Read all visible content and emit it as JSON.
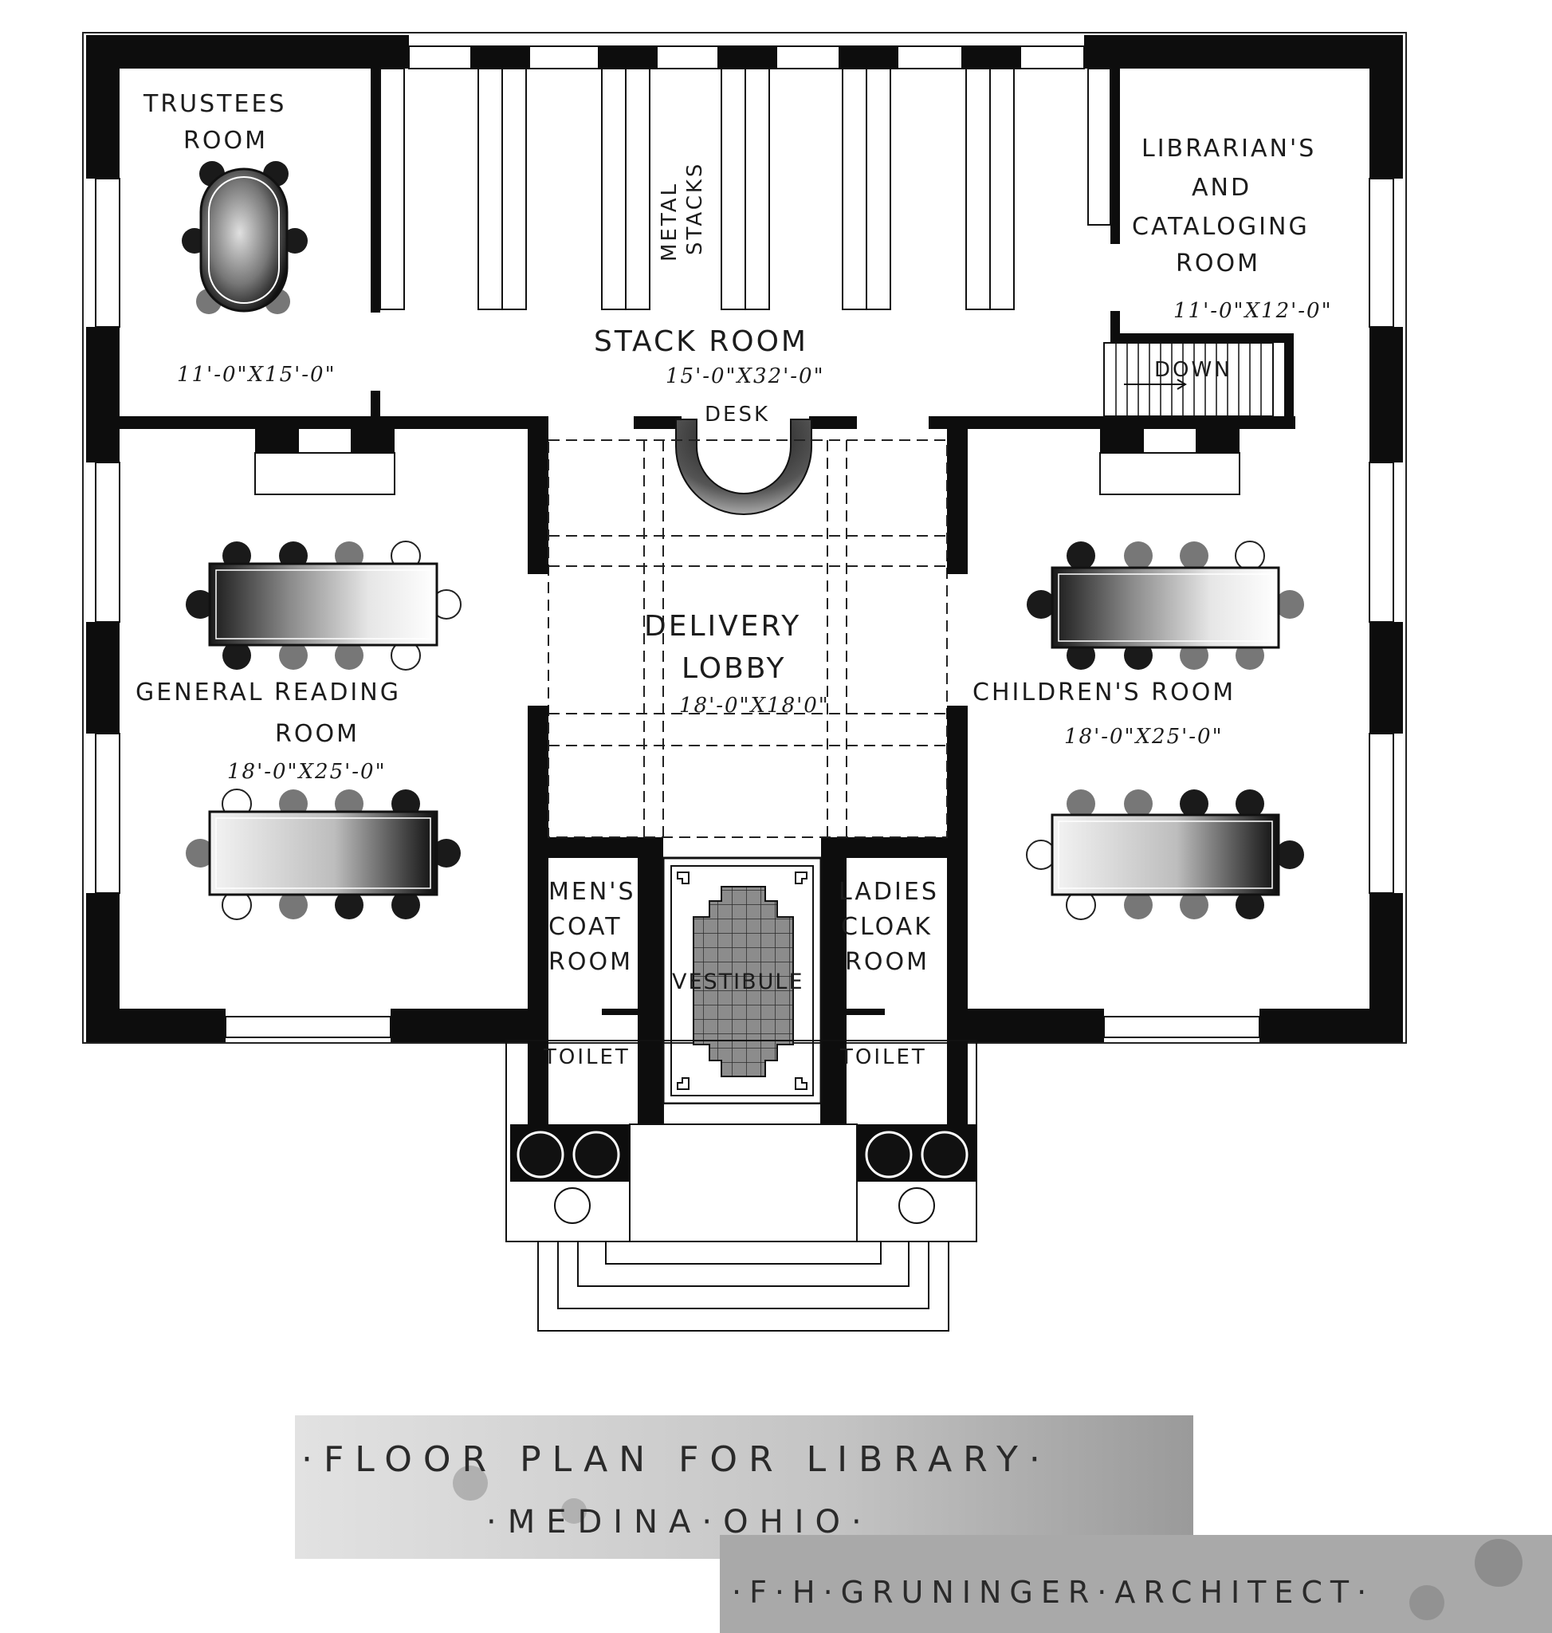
{
  "rooms": {
    "trustees": {
      "label_1": "TRUSTEES",
      "label_2": "ROOM",
      "dimensions": "11'-0\"X15'-0\""
    },
    "stacks": {
      "label_1": "METAL",
      "label_2": "STACKS"
    },
    "stack_room": {
      "label": "STACK ROOM",
      "dimensions": "15'-0\"X32'-0\""
    },
    "desk": {
      "label": "DESK"
    },
    "librarian": {
      "label_1": "LIBRARIAN'S",
      "label_2": "AND",
      "label_3": "CATALOGING",
      "label_4": "ROOM",
      "dimensions": "11'-0\"X12'-0\""
    },
    "stair": {
      "label": "DOWN"
    },
    "delivery": {
      "label_1": "DELIVERY",
      "label_2": "LOBBY",
      "dimensions": "18'-0\"X18'0\""
    },
    "general": {
      "label_1": "GENERAL READING",
      "label_2": "ROOM",
      "dimensions": "18'-0\"X25'-0\""
    },
    "children": {
      "label": "CHILDREN'S ROOM",
      "dimensions": "18'-0\"X25'-0\""
    },
    "mens_coat": {
      "label_1": "MEN'S",
      "label_2": "COAT",
      "label_3": "ROOM"
    },
    "ladies_cloak": {
      "label_1": "LADIES",
      "label_2": "CLOAK",
      "label_3": "ROOM"
    },
    "vestibule": {
      "label": "VESTIBULE"
    },
    "toilet_left": {
      "label": "TOILET"
    },
    "toilet_right": {
      "label": "TOILET"
    }
  },
  "title_block": {
    "line_1": "·FLOOR PLAN FOR LIBRARY·",
    "line_2": "·MEDINA·OHIO·",
    "line_3": "·F·H·GRUNINGER·ARCHITECT·"
  },
  "colors": {
    "ink": "#0d0d0d",
    "paper": "#ffffff",
    "stain": "#b5b5b5"
  }
}
